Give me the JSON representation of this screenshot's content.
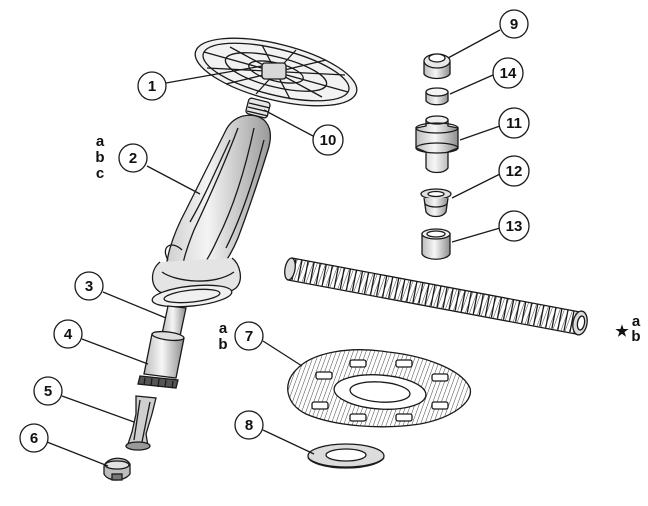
{
  "callouts": [
    {
      "id": "1",
      "label": "1"
    },
    {
      "id": "2",
      "label": "2"
    },
    {
      "id": "3",
      "label": "3"
    },
    {
      "id": "4",
      "label": "4"
    },
    {
      "id": "5",
      "label": "5"
    },
    {
      "id": "6",
      "label": "6"
    },
    {
      "id": "7",
      "label": "7"
    },
    {
      "id": "8",
      "label": "8"
    },
    {
      "id": "9",
      "label": "9"
    },
    {
      "id": "10",
      "label": "10"
    },
    {
      "id": "11",
      "label": "11"
    },
    {
      "id": "12",
      "label": "12"
    },
    {
      "id": "13",
      "label": "13"
    },
    {
      "id": "14",
      "label": "14"
    }
  ],
  "variants": {
    "part2": [
      "a",
      "b",
      "c"
    ],
    "part7": [
      "a",
      "b"
    ],
    "hose": [
      "a",
      "b"
    ]
  },
  "star_symbol": "★"
}
